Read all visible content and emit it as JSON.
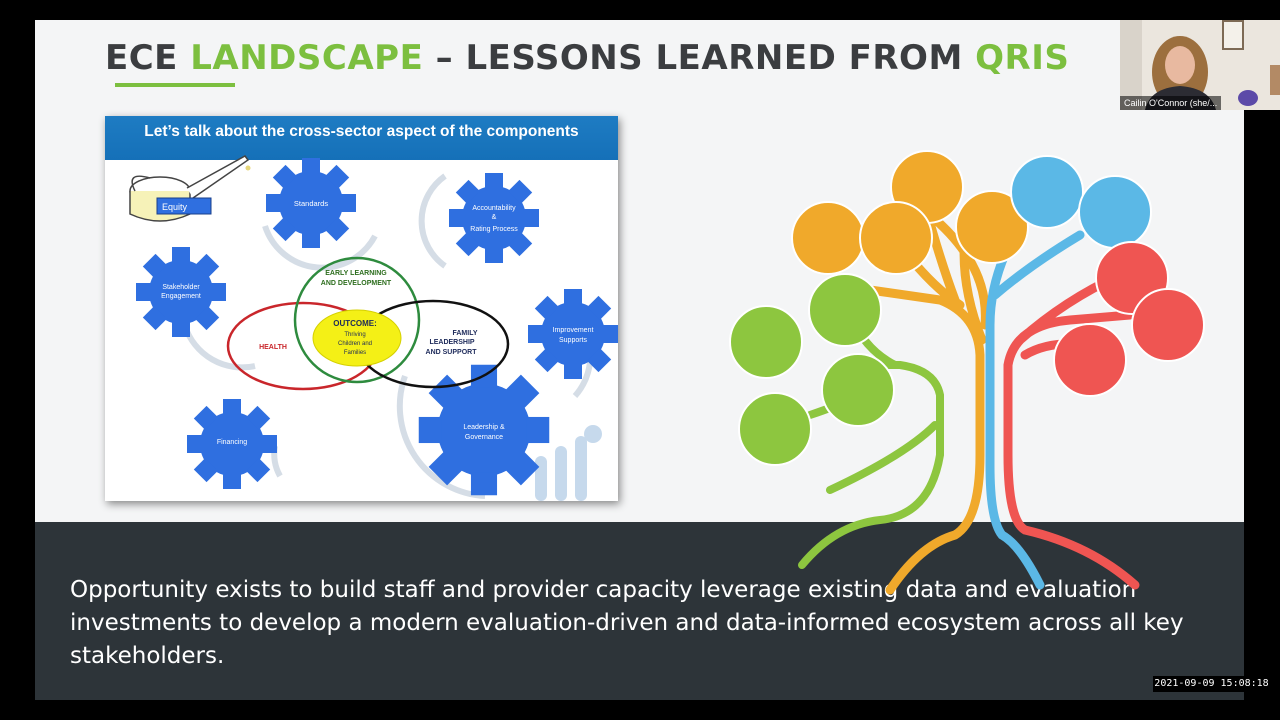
{
  "slide": {
    "title": {
      "part1": "ECE ",
      "part2": "LANDSCAPE",
      "part3": " – LESSONS LEARNED FROM ",
      "part4": "QRIS"
    },
    "inner_slide": {
      "title": "Let’s talk about the cross-sector aspect of the components",
      "equity_label": "Equity",
      "gears": {
        "standards": "Standards",
        "accountability_l1": "Accountability",
        "accountability_l2": "&",
        "accountability_l3": "Rating Process",
        "stakeholder_l1": "Stakeholder",
        "stakeholder_l2": "Engagement",
        "improvement_l1": "Improvement",
        "improvement_l2": "Supports",
        "financing": "Financing",
        "leadership_l1": "Leadership &",
        "leadership_l2": "Governance"
      },
      "circles": {
        "early_learning_l1": "EARLY LEARNING",
        "early_learning_l2": "AND DEVELOPMENT",
        "health": "HEALTH",
        "family_l1": "FAMILY",
        "family_l2": "LEADERSHIP",
        "family_l3": "AND SUPPORT"
      },
      "outcome": {
        "title": "OUTCOME:",
        "l1": "Thriving",
        "l2": "Children and",
        "l3": "Families"
      }
    },
    "caption": "Opportunity exists to build staff and provider capacity leverage existing data and evaluation investments to develop a modern evaluation-driven and data-informed ecosystem across all key stakeholders.",
    "colors": {
      "title_dark": "#3b3d40",
      "accent_green": "#7cbf3f",
      "tree_orange": "#f0a92b",
      "tree_blue": "#5bb8e6",
      "tree_red": "#ef5552",
      "tree_green": "#8dc63f",
      "gear_blue": "#2f6fe0",
      "band": "#2d3439"
    }
  },
  "video": {
    "participant_name": "Cailin O'Connor (she/..."
  },
  "recording": {
    "timestamp": "2021-09-09 15:08:18"
  }
}
